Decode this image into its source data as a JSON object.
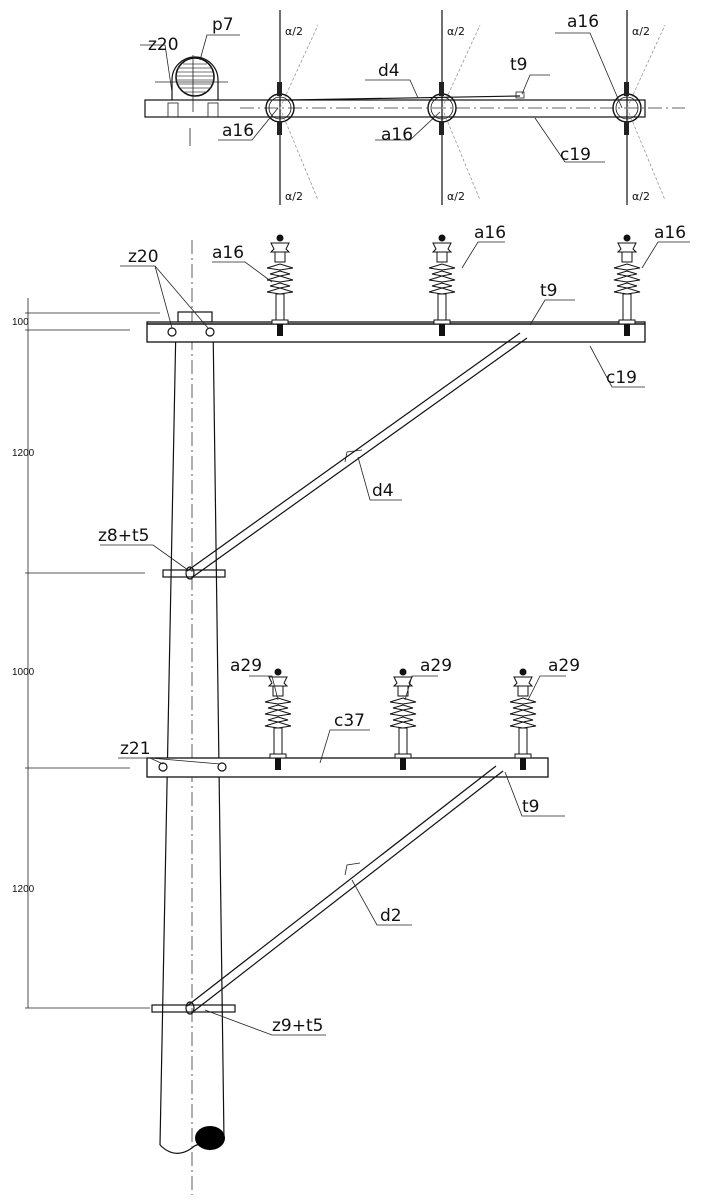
{
  "top_view": {
    "labels": {
      "z20": "z20",
      "p7": "p7",
      "d4": "d4",
      "t9": "t9",
      "c19": "c19",
      "a16_left": "a16",
      "a16_mid": "a16",
      "a16_right": "a16",
      "alpha": [
        "α/2",
        "α/2",
        "α/2",
        "α/2",
        "α/2",
        "α/2"
      ]
    }
  },
  "front_view": {
    "upper": {
      "z20": "z20",
      "a16": [
        "a16",
        "a16",
        "a16"
      ],
      "t9": "t9",
      "c19": "c19",
      "d4": "d4",
      "z8_t5": "z8+t5"
    },
    "lower": {
      "z21": "z21",
      "a29": [
        "a29",
        "a29",
        "a29"
      ],
      "c37": "c37",
      "t9": "t9",
      "d2": "d2",
      "z9_t5": "z9+t5"
    },
    "dimensions": [
      "100",
      "1200",
      "1000",
      "1200"
    ]
  }
}
